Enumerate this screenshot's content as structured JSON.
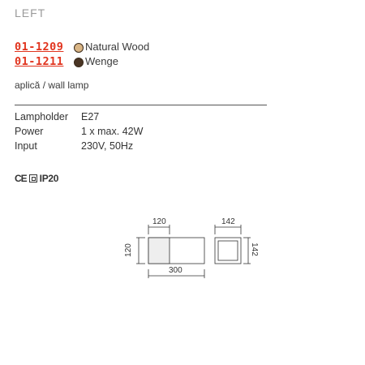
{
  "header": {
    "title": "LEFT"
  },
  "variants": [
    {
      "code": "01-1209",
      "finish": "Natural Wood",
      "swatch_color": "#d9b585"
    },
    {
      "code": "01-1211",
      "finish": "Wenge",
      "swatch_color": "#4a3524"
    }
  ],
  "description": "aplică / wall lamp",
  "specs": [
    {
      "label": "Lampholder",
      "value": "E27"
    },
    {
      "label": "Power",
      "value": "1 x max. 42W"
    },
    {
      "label": "Input",
      "value": "230V, 50Hz"
    }
  ],
  "certifications": {
    "ce": "CE",
    "ip": "IP20"
  },
  "dimensions": {
    "front_top": "120",
    "front_left": "120",
    "front_bottom": "300",
    "side_top": "142",
    "side_right": "142"
  }
}
